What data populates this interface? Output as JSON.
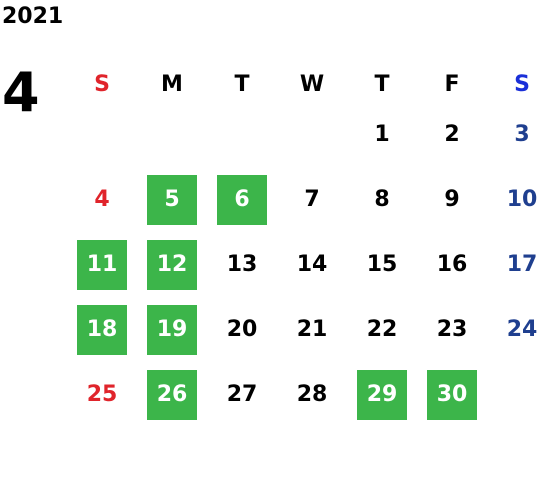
{
  "calendar": {
    "year": "2021",
    "month": "4",
    "weekdays": [
      "S",
      "M",
      "T",
      "W",
      "T",
      "F",
      "S"
    ],
    "weeks": [
      [
        {
          "day": "",
          "highlight": false
        },
        {
          "day": "",
          "highlight": false
        },
        {
          "day": "",
          "highlight": false
        },
        {
          "day": "",
          "highlight": false
        },
        {
          "day": "1",
          "highlight": false
        },
        {
          "day": "2",
          "highlight": false
        },
        {
          "day": "3",
          "highlight": false
        }
      ],
      [
        {
          "day": "4",
          "highlight": false
        },
        {
          "day": "5",
          "highlight": true
        },
        {
          "day": "6",
          "highlight": true
        },
        {
          "day": "7",
          "highlight": false
        },
        {
          "day": "8",
          "highlight": false
        },
        {
          "day": "9",
          "highlight": false
        },
        {
          "day": "10",
          "highlight": false
        }
      ],
      [
        {
          "day": "11",
          "highlight": true
        },
        {
          "day": "12",
          "highlight": true
        },
        {
          "day": "13",
          "highlight": false
        },
        {
          "day": "14",
          "highlight": false
        },
        {
          "day": "15",
          "highlight": false
        },
        {
          "day": "16",
          "highlight": false
        },
        {
          "day": "17",
          "highlight": false
        }
      ],
      [
        {
          "day": "18",
          "highlight": true
        },
        {
          "day": "19",
          "highlight": true
        },
        {
          "day": "20",
          "highlight": false
        },
        {
          "day": "21",
          "highlight": false
        },
        {
          "day": "22",
          "highlight": false
        },
        {
          "day": "23",
          "highlight": false
        },
        {
          "day": "24",
          "highlight": false
        }
      ],
      [
        {
          "day": "25",
          "highlight": false
        },
        {
          "day": "26",
          "highlight": true
        },
        {
          "day": "27",
          "highlight": false
        },
        {
          "day": "28",
          "highlight": false
        },
        {
          "day": "29",
          "highlight": true
        },
        {
          "day": "30",
          "highlight": true
        },
        {
          "day": "",
          "highlight": false
        }
      ]
    ]
  },
  "colors": {
    "highlight": "#3cb54a",
    "sunday": "#e0242b",
    "saturday_number": "#1f3f8f",
    "saturday_header": "#1a2fd8",
    "text": "#000000"
  }
}
